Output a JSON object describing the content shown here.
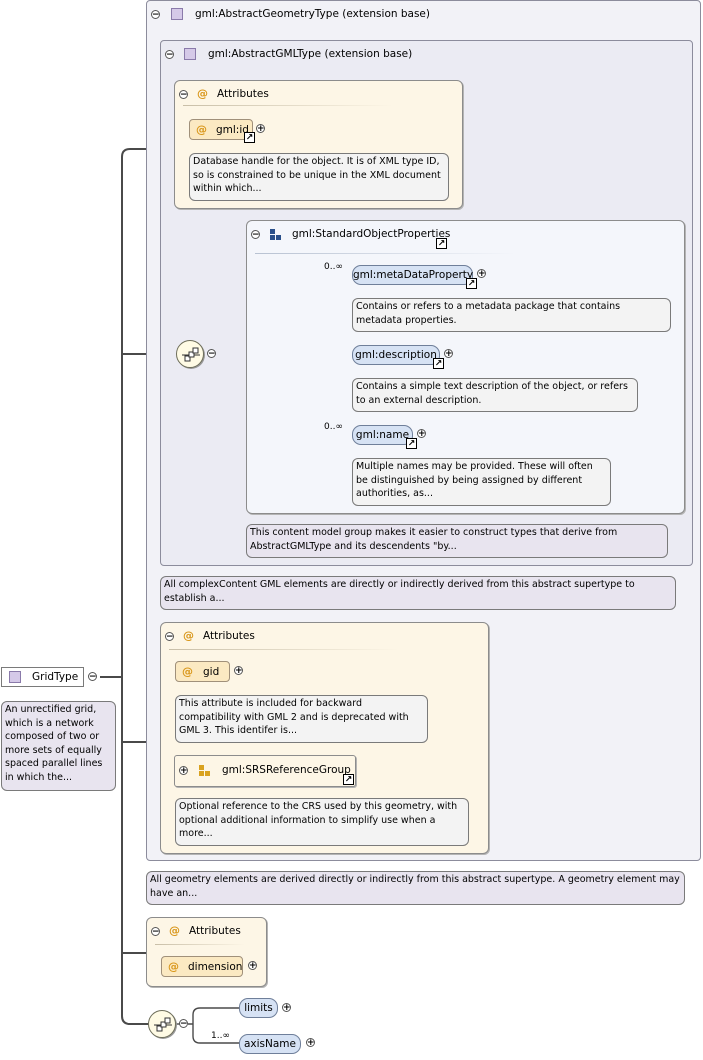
{
  "root": {
    "name": "GridType",
    "doc": "An unrectified grid, which is a network composed of two or more sets of equally spaced parallel lines in which the..."
  },
  "abstract_geometry": {
    "title": "gml:AbstractGeometryType (extension base)",
    "doc": "All geometry elements are derived directly or indirectly from this abstract supertype. A geometry element may have an..."
  },
  "abstract_gml": {
    "title": "gml:AbstractGMLType (extension base)",
    "doc": "All complexContent GML elements are directly or indirectly derived from this abstract supertype to establish a...",
    "attributes": {
      "title": "Attributes",
      "id": {
        "name": "gml:id",
        "doc": "Database handle for the object. It is of XML type ID, so is constrained to be unique in the XML document within which..."
      }
    },
    "std_props": {
      "title": "gml:StandardObjectProperties",
      "doc": "This content model group makes it easier to construct types that derive from AbstractGMLType and its descendents \"by...",
      "metadata": {
        "name": "gml:metaDataProperty",
        "card": "0..∞",
        "doc": "Contains or refers to a metadata package that contains metadata properties."
      },
      "description": {
        "name": "gml:description",
        "doc": "Contains a simple text description of the object, or refers to an external description."
      },
      "name_el": {
        "name": "gml:name",
        "card": "0..∞",
        "doc": "Multiple names may be provided. These will often be distinguished by being assigned by different authorities, as..."
      }
    }
  },
  "geom_attributes": {
    "title": "Attributes",
    "gid": {
      "name": "gid",
      "doc": "This attribute is included for backward compatibility with GML 2 and is deprecated with GML 3. This identifer is..."
    },
    "srs": {
      "name": "gml:SRSReferenceGroup",
      "doc": "Optional reference to the CRS used by this geometry, with optional additional information to simplify use when a more..."
    }
  },
  "grid_attributes": {
    "title": "Attributes",
    "dimension": {
      "name": "dimension"
    }
  },
  "grid_sequence": {
    "limits": {
      "name": "limits"
    },
    "axis": {
      "name": "axisName",
      "card": "1..∞"
    }
  },
  "icons": {
    "collapse": "collapse-toggle",
    "expand": "expand-toggle",
    "attribute": "at-sign-icon",
    "complex_type": "complex-type-icon",
    "group": "model-group-icon",
    "sequence": "sequence-compositor-icon",
    "reference": "reference-arrow-icon"
  },
  "colors": {
    "attr_bg": "#fdf6e6",
    "element_bg": "#d6e2f4",
    "ext_bg": "#ebebf3",
    "doc_bg": "#f3f3f3"
  }
}
